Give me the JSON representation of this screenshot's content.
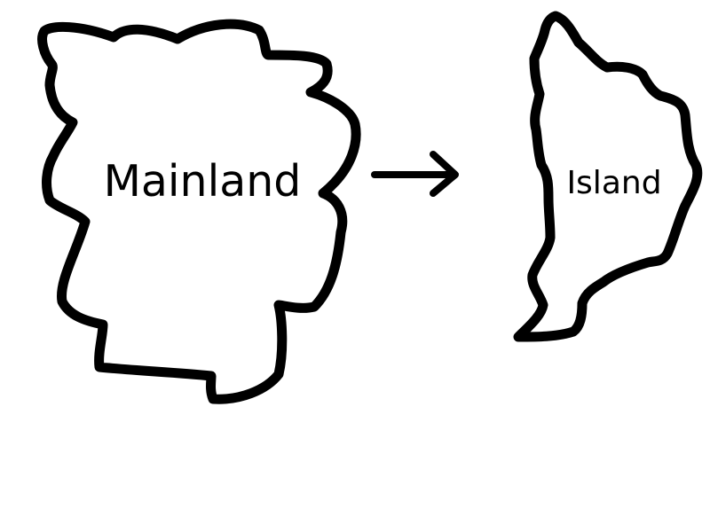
{
  "diagram": {
    "nodes": [
      {
        "id": "mainland",
        "label": "Mainland"
      },
      {
        "id": "island",
        "label": "Island"
      }
    ],
    "edges": [
      {
        "from": "mainland",
        "to": "island",
        "style": "arrow"
      }
    ],
    "colors": {
      "stroke": "#000000",
      "fill": "#ffffff",
      "background": "#ffffff"
    }
  }
}
